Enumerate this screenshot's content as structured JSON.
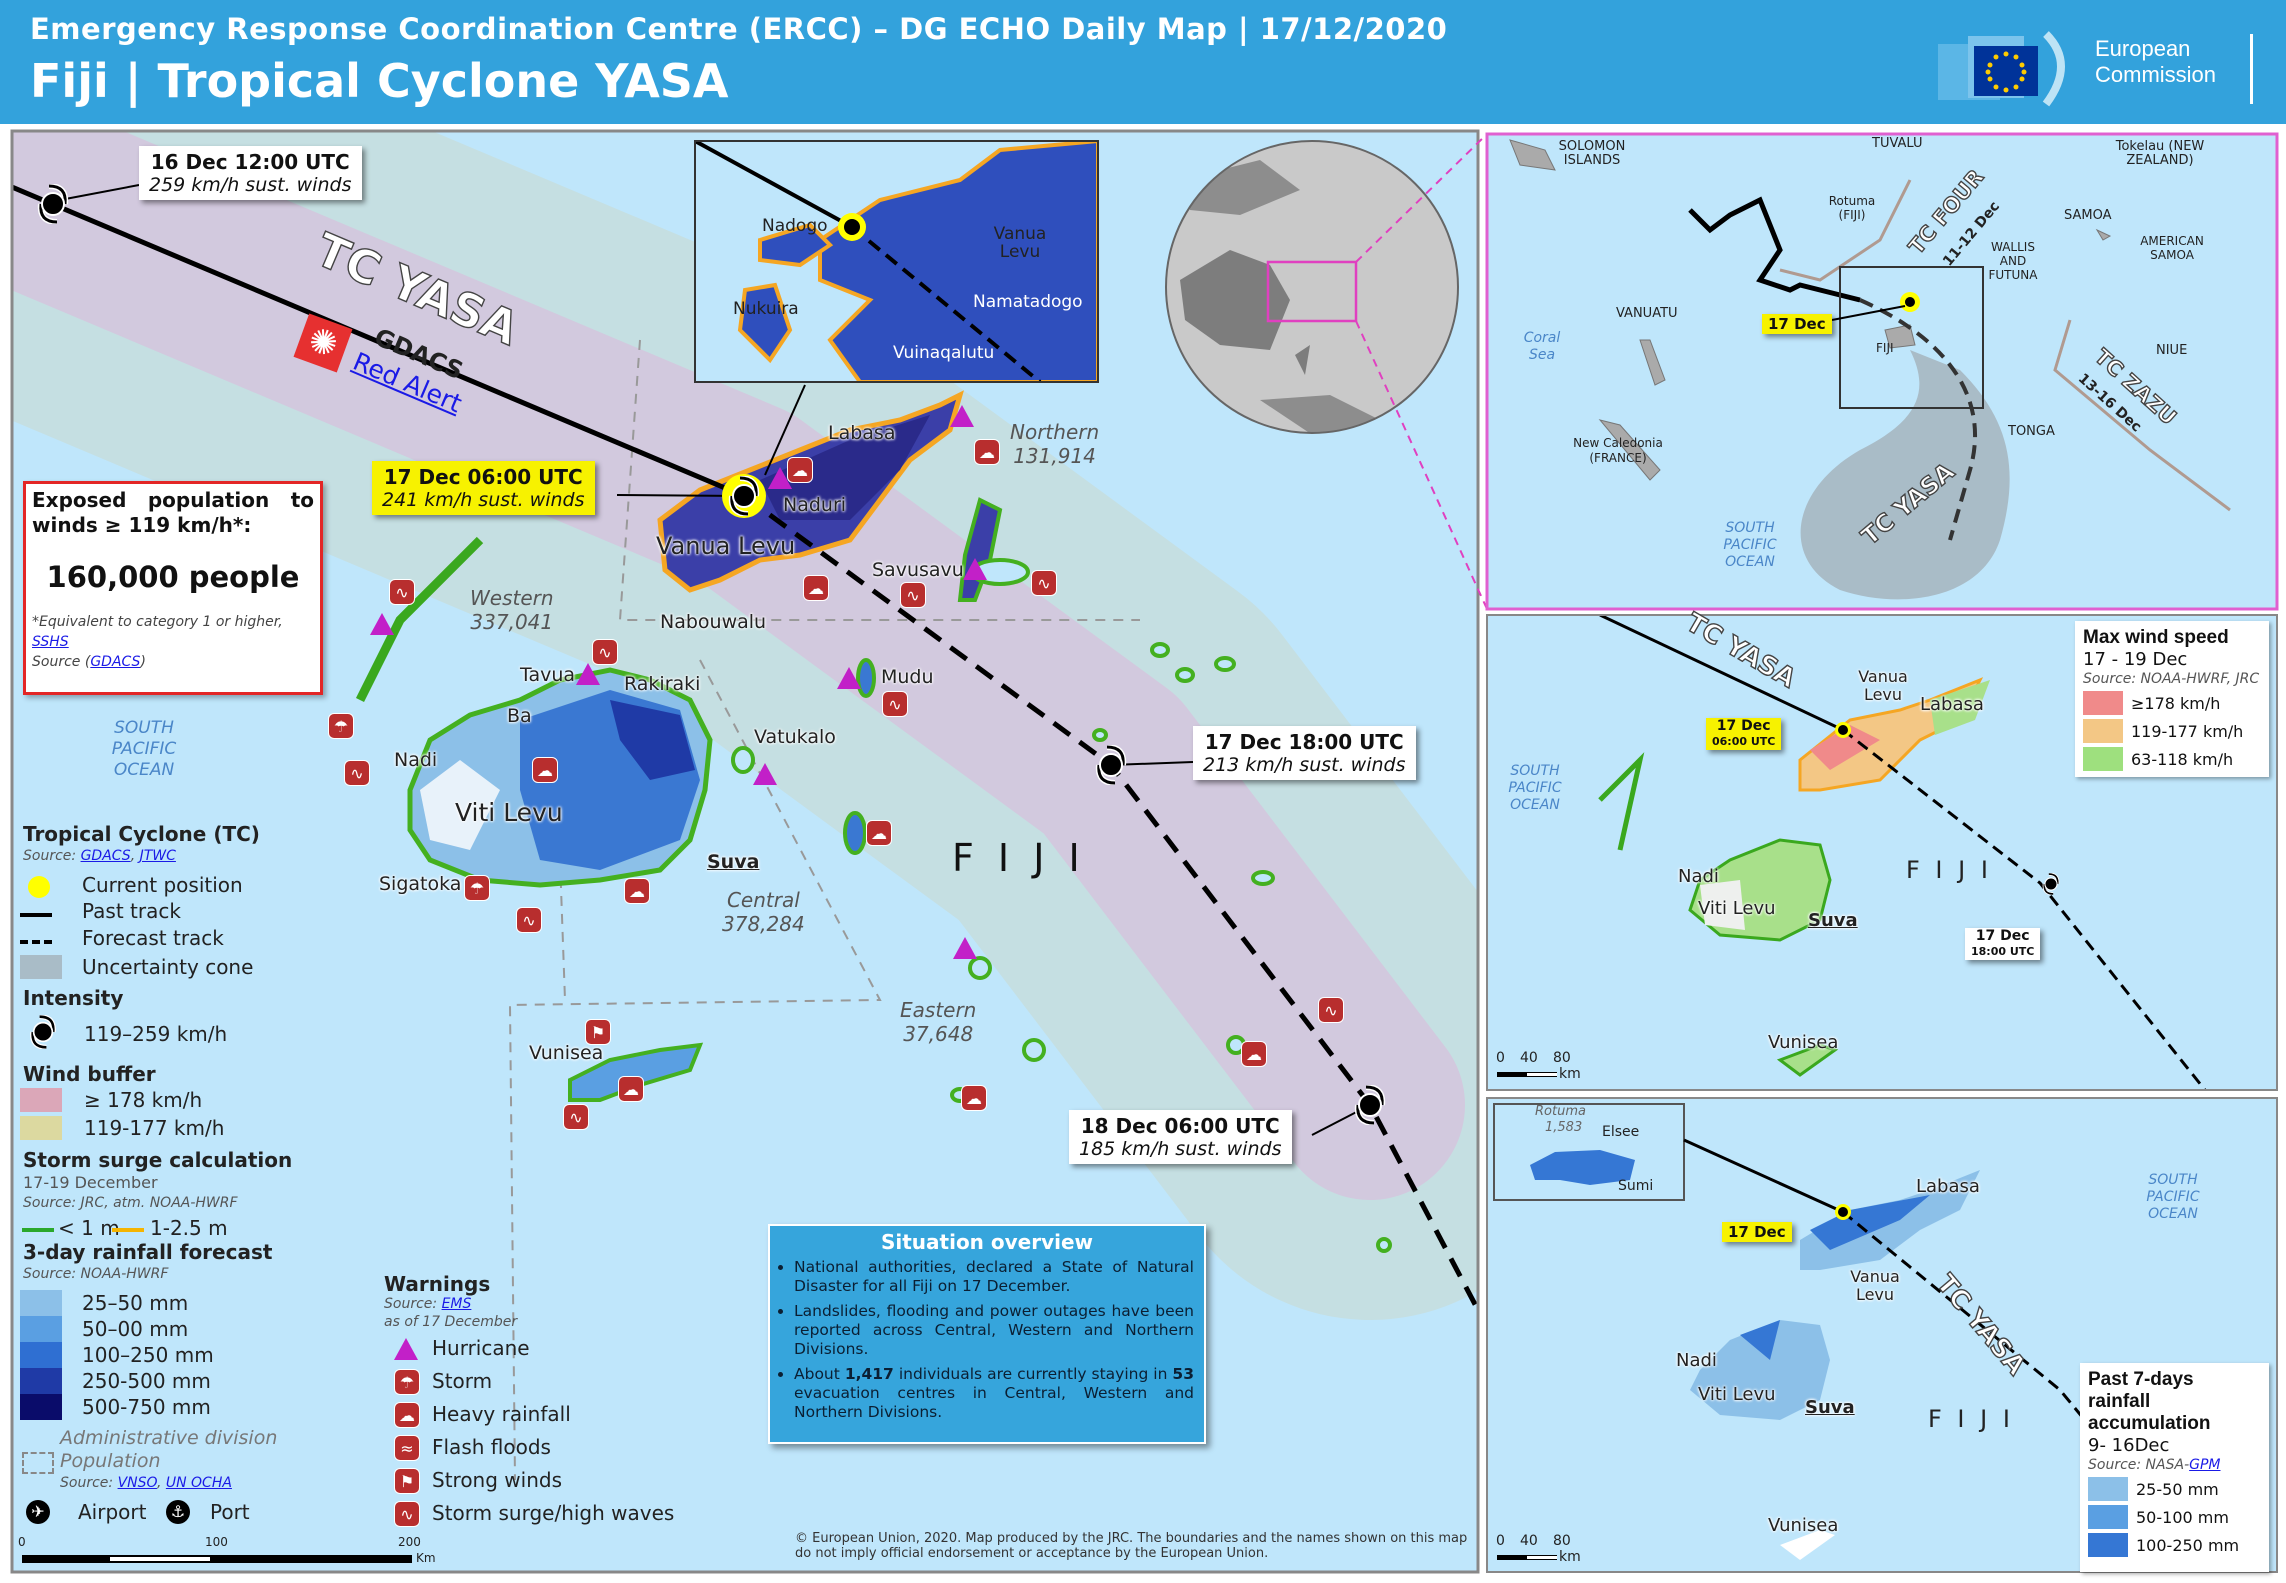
{
  "header": {
    "subtitle": "Emergency Response Coordination Centre (ERCC) – DG ECHO Daily Map | 17/12/2020",
    "title": "Fiji | Tropical Cyclone YASA",
    "logo_text_1": "European",
    "logo_text_2": "Commission"
  },
  "main_map": {
    "track_labels": [
      {
        "time": "16 Dec 12:00 UTC",
        "winds": "259 km/h sust. winds"
      },
      {
        "time": "17 Dec 06:00 UTC",
        "winds": "241 km/h sust. winds"
      },
      {
        "time": "17 Dec 18:00 UTC",
        "winds": "213 km/h sust. winds"
      },
      {
        "time": "18 Dec 06:00 UTC",
        "winds": "185 km/h sust. winds"
      }
    ],
    "storm_name": "TC YASA",
    "gdacs": {
      "label": "GDACS",
      "alert": "Red Alert"
    },
    "exposed": {
      "title": "Exposed population to winds ≥ 119 km/h*:",
      "value": "160,000 people",
      "footnote": "*Equivalent to category 1 or higher,",
      "footnote_link": "SSHS",
      "source_prefix": "Source (",
      "source_link": "GDACS",
      "source_suffix": ")"
    },
    "places": {
      "vanua_levu": "Vanua Levu",
      "naduri": "Naduri",
      "labasa": "Labasa",
      "savusavu": "Savusavu",
      "nabouwalu": "Nabouwalu",
      "tavua": "Tavua",
      "rakiraki": "Rakiraki",
      "ba": "Ba",
      "nadi": "Nadi",
      "viti_levu": "Viti Levu",
      "sigatoka": "Sigatoka",
      "suva": "Suva",
      "mudu": "Mudu",
      "vatukalo": "Vatukalo",
      "vunisea": "Vunisea"
    },
    "divisions": [
      {
        "name": "Northern",
        "population": "131,914"
      },
      {
        "name": "Western",
        "population": "337,041"
      },
      {
        "name": "Central",
        "population": "378,284"
      },
      {
        "name": "Eastern",
        "population": "37,648"
      }
    ],
    "country": "F I J I",
    "sea": "SOUTH PACIFIC OCEAN",
    "inset_places": {
      "nadogo": "Nadogo",
      "vanua_levu": "Vanua Levu",
      "nukuira": "Nukuira",
      "namatadogo": "Namatadogo",
      "vuinaqalutu": "Vuinaqalutu"
    }
  },
  "legend": {
    "tc_title": "Tropical Cyclone (TC)",
    "tc_source": "Source:",
    "tc_source_links": [
      "GDACS",
      "JTWC"
    ],
    "current_position": "Current position",
    "past_track": "Past track",
    "forecast_track": "Forecast track",
    "uncertainty_cone": "Uncertainty cone",
    "intensity_title": "Intensity",
    "intensity_range": "119–259 km/h",
    "wind_buffer_title": "Wind buffer",
    "wind_buffer": [
      "≥ 178 km/h",
      "119-177 km/h"
    ],
    "surge_title": "Storm surge calculation",
    "surge_dates": "17-19 December",
    "surge_source": "Source: JRC, atm. NOAA-HWRF",
    "surge_levels": [
      "< 1 m",
      "1-2.5 m"
    ],
    "rain_title": "3-day rainfall forecast",
    "rain_source": "Source: NOAA-HWRF",
    "rain_classes": [
      "25–50 mm",
      "50–00 mm",
      "100–250 mm",
      "250-500 mm",
      "500-750 mm"
    ],
    "admin_division": "Administrative division",
    "population": "Population",
    "admin_source": "Source:",
    "admin_source_links": [
      "VNSO",
      "UN OCHA"
    ],
    "airport": "Airport",
    "port": "Port",
    "scale": [
      "0",
      "100",
      "200",
      "Km"
    ],
    "colors": {
      "rain": [
        "#8cc0e8",
        "#5a9fe2",
        "#2f6fd2",
        "#1f3aa6",
        "#0a0c6a"
      ],
      "wind178": "#dba7b8",
      "wind119": "#dcd9a0",
      "cone": "#a9bcc7",
      "current": "#ffff00",
      "surge_low": "#2ba82b",
      "surge_high": "#f5b400"
    }
  },
  "warnings": {
    "title": "Warnings",
    "source": "Source:",
    "source_link": "EMS",
    "as_of": "as of 17 December",
    "items": [
      "Hurricane",
      "Storm",
      "Heavy rainfall",
      "Flash floods",
      "Strong winds",
      "Storm surge/high waves"
    ]
  },
  "situation": {
    "title": "Situation overview",
    "bullets": [
      "National authorities, declared a State of Natural Disaster for all Fiji on 17 December.",
      "Landslides, flooding and power outages have been reported across Central, Western and Northern Divisions."
    ],
    "b3_pre": "About ",
    "b3_n1": "1,417",
    "b3_mid": " individuals are currently staying in ",
    "b3_n2": "53",
    "b3_post": " evacuation centres in Central, Western and Northern Divisions."
  },
  "copyright": "© European Union, 2020. Map produced by the JRC. The boundaries and the names shown on this map do not imply official endorsement or acceptance by the European Union.",
  "panels": {
    "overview": {
      "labels": {
        "solomon": "SOLOMON ISLANDS",
        "tuvalu": "TUVALU",
        "tokelau": "Tokelau (NEW ZEALAND)",
        "rotuma": "Rotuma (FIJI)",
        "tc_four": "TC FOUR",
        "tc_four_dates": "11-12 Dec",
        "wallis": "WALLIS AND FUTUNA",
        "samoa": "SAMOA",
        "am_samoa": "AMERICAN SAMOA",
        "vanuatu": "VANUATU",
        "coral": "Coral Sea",
        "fiji": "FIJI",
        "niue": "NIUE",
        "tc_zazu": "TC ZAZU",
        "tc_zazu_dates": "13-16 Dec",
        "tonga": "TONGA",
        "new_caledonia": "New Caledonia (FRANCE)",
        "tc_yasa": "TC YASA",
        "ocean": "SOUTH PACIFIC OCEAN",
        "date": "17 Dec"
      }
    },
    "wind": {
      "title": "Max wind speed",
      "dates": "17 - 19 Dec",
      "source": "Source: NOAA-HWRF, JRC",
      "classes": [
        "≥178 km/h",
        "119-177 km/h",
        "63-118 km/h"
      ],
      "colors": [
        "#f08a8a",
        "#f3c785",
        "#9ee07e"
      ],
      "labels": {
        "tc_yasa": "TC YASA",
        "vanua_levu": "Vanua Levu",
        "labasa": "Labasa",
        "d1": "17 Dec",
        "t1": "06:00 UTC",
        "ocean": "SOUTH PACIFIC OCEAN",
        "fiji": "F I J I",
        "nadi": "Nadi",
        "viti_levu": "Viti Levu",
        "suva": "Suva",
        "d2": "17 Dec",
        "t2": "18:00 UTC",
        "vunisea": "Vunisea"
      },
      "scale": [
        "0",
        "40",
        "80",
        "km"
      ]
    },
    "rain": {
      "title": "Past 7-days rainfall accumulation",
      "dates": "9- 16Dec",
      "source": "Source: NASA-",
      "source_link": "GPM",
      "classes": [
        "25-50 mm",
        "50-100 mm",
        "100-250 mm"
      ],
      "colors": [
        "#8cc0e8",
        "#5a9fe2",
        "#3577d4"
      ],
      "labels": {
        "rotuma": "Rotuma",
        "rotuma_pop": "1,583",
        "elsee": "Elsee",
        "sumi": "Sumi",
        "date": "17 Dec",
        "labasa": "Labasa",
        "vanua_levu": "Vanua Levu",
        "tc_yasa": "TC YASA",
        "ocean": "SOUTH PACIFIC OCEAN",
        "nadi": "Nadi",
        "viti_levu": "Viti Levu",
        "suva": "Suva",
        "fiji": "F I J I",
        "vunisea": "Vunisea"
      },
      "scale": [
        "0",
        "40",
        "80",
        "km"
      ]
    }
  }
}
